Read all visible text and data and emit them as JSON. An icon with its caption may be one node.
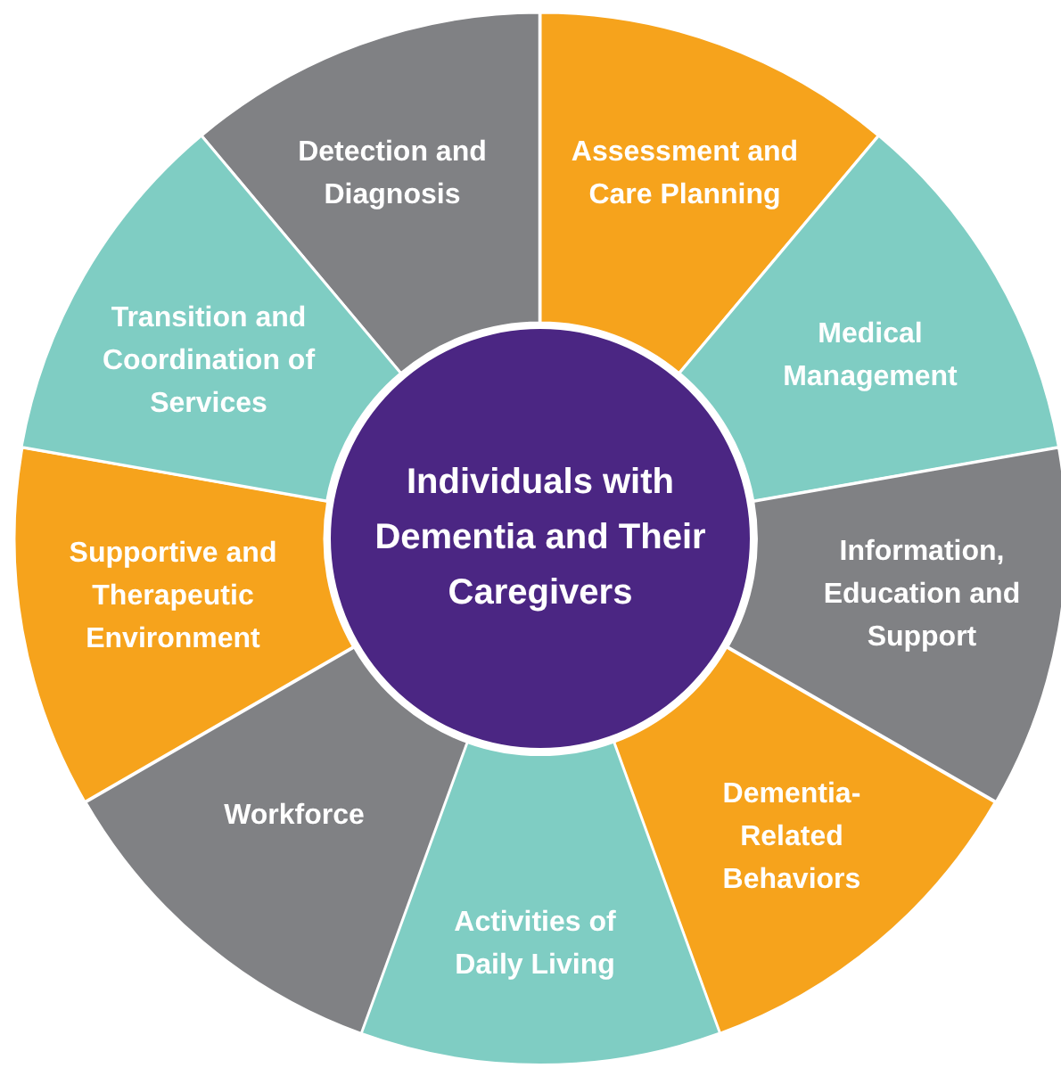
{
  "diagram": {
    "nodes": [
      {
        "text": [
          "Individuals with Dementia and Their Caregivers"
        ]
      },
      {
        "text": [
          "Detection and Diagnosis"
        ]
      },
      {
        "text": [
          "Assessment and Care Planning"
        ]
      },
      {
        "text": [
          "Medical Management"
        ]
      },
      {
        "text": [
          "Information, Education and Support"
        ]
      },
      {
        "text": [
          "Dementia- Related Behaviors"
        ]
      },
      {
        "text": [
          "Activities of Daily Living"
        ]
      },
      {
        "text": [
          "Workforce"
        ]
      },
      {
        "text": [
          "Supportive and Therapeutic Environment"
        ]
      },
      {
        "text": [
          "Transition and Coordination of Services"
        ]
      }
    ]
  }
}
